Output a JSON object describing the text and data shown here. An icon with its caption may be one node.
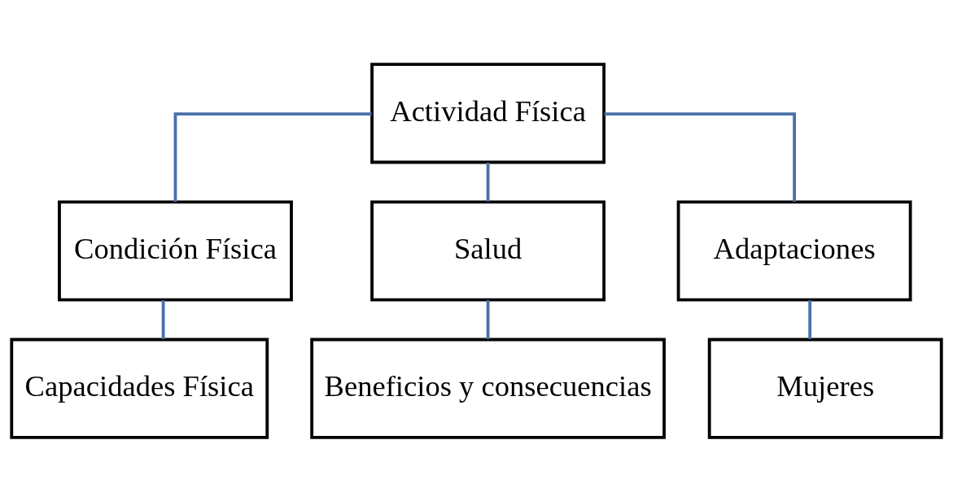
{
  "diagram": {
    "nodes": [
      {
        "text": [
          "Actividad Física"
        ]
      },
      {
        "text": [
          "Condición Física"
        ]
      },
      {
        "text": [
          "Salud"
        ]
      },
      {
        "text": [
          "Adaptaciones"
        ]
      },
      {
        "text": [
          "Capacidades Física"
        ]
      },
      {
        "text": [
          "Beneficios y consecuencias"
        ]
      },
      {
        "text": [
          "Mujeres"
        ]
      }
    ],
    "edges": [
      {
        "from": 0,
        "to": 1,
        "arrow": "none"
      },
      {
        "from": 0,
        "to": 2,
        "arrow": "none"
      },
      {
        "from": 0,
        "to": 3,
        "arrow": "none"
      },
      {
        "from": 1,
        "to": 4,
        "arrow": "none"
      },
      {
        "from": 2,
        "to": 5,
        "arrow": "none"
      },
      {
        "from": 3,
        "to": 6,
        "arrow": "none"
      }
    ]
  }
}
